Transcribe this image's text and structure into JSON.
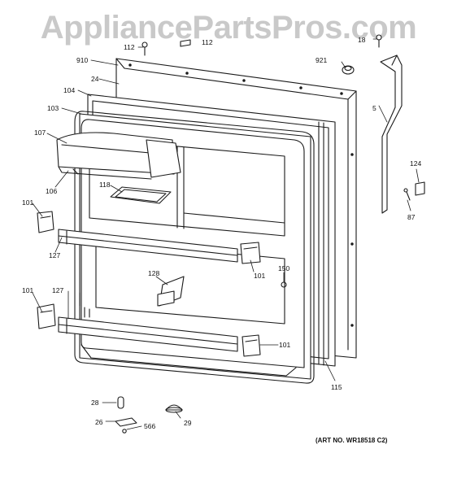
{
  "watermark": "AppliancePartsPros.com",
  "art_number": "(ART NO. WR18518 C2)",
  "callouts": {
    "c112a": "112",
    "c112b": "112",
    "c910": "910",
    "c24": "24",
    "c104": "104",
    "c103": "103",
    "c107": "107",
    "c106": "106",
    "c118": "118",
    "c101a": "101",
    "c127a": "127",
    "c101b": "101",
    "c128": "128",
    "c150": "150",
    "c101c": "101",
    "c101d": "101",
    "c127b": "127",
    "c101e": "101",
    "c115": "115",
    "c921": "921",
    "c18": "18",
    "c5": "5",
    "c124": "124",
    "c87": "87",
    "c28": "28",
    "c26": "26",
    "c566": "566",
    "c29": "29"
  }
}
